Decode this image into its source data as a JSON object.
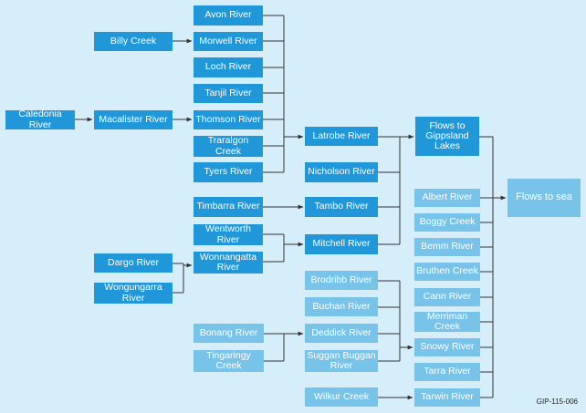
{
  "colors": {
    "background": "#d6eef9",
    "dark_node": "#1f97d8",
    "light_node": "#77c3ea",
    "line": "#333333"
  },
  "nodes": {
    "avon": "Avon River",
    "billy": "Billy Creek",
    "morwell": "Morwell River",
    "loch": "Loch River",
    "tanjil": "Tanjil River",
    "caledonia": "Caledonia River",
    "macalister": "Macalister River",
    "thomson": "Thomson River",
    "traralgon": "Traralgon Creek",
    "tyers": "Tyers River",
    "latrobe": "Latrobe River",
    "nicholson": "Nicholson River",
    "lakes": "Flows to Gippsland Lakes",
    "timbarra": "Timbarra River",
    "tambo": "Tambo River",
    "wentworth": "Wentworth River",
    "wonnangatta": "Wonnangatta River",
    "mitchell": "Mitchell River",
    "dargo": "Dargo River",
    "wongungarra": "Wongungarra River",
    "albert": "Albert River",
    "boggy": "Boggy Creek",
    "bemm": "Bemm River",
    "bruthen": "Bruthen Creek",
    "cann": "Cann River",
    "merriman": "Merriman Creek",
    "snowy": "Snowy River",
    "tarra": "Tarra River",
    "tarwin": "Tarwin River",
    "brodribb": "Brodribb River",
    "buchan": "Buchan River",
    "deddick": "Deddick River",
    "suggan": "Suggan Buggan River",
    "bonang": "Bonang River",
    "tingaringy": "Tingaringy Creek",
    "wilkur": "Wilkur Creek",
    "sea": "Flows to sea"
  },
  "diagram_code": "GIP-115-006"
}
